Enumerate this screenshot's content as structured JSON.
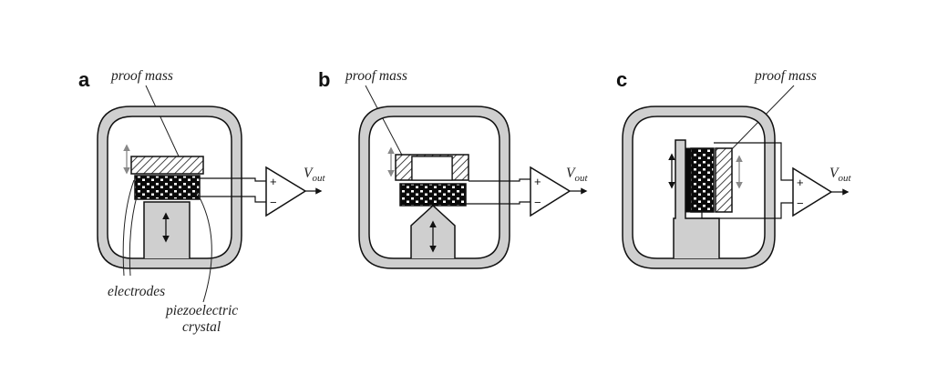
{
  "panels": [
    {
      "letter": "a",
      "labels": {
        "proof_mass": "proof mass",
        "electrodes": "electrodes",
        "piezo_line1": "piezoelectric",
        "piezo_line2": "crystal",
        "vout_main": "V",
        "vout_sub": "out",
        "plus": "+",
        "minus": "−"
      }
    },
    {
      "letter": "b",
      "labels": {
        "proof_mass": "proof mass",
        "vout_main": "V",
        "vout_sub": "out",
        "plus": "+",
        "minus": "−"
      }
    },
    {
      "letter": "c",
      "labels": {
        "proof_mass": "proof mass",
        "vout_main": "V",
        "vout_sub": "out",
        "plus": "+",
        "minus": "−"
      }
    }
  ]
}
